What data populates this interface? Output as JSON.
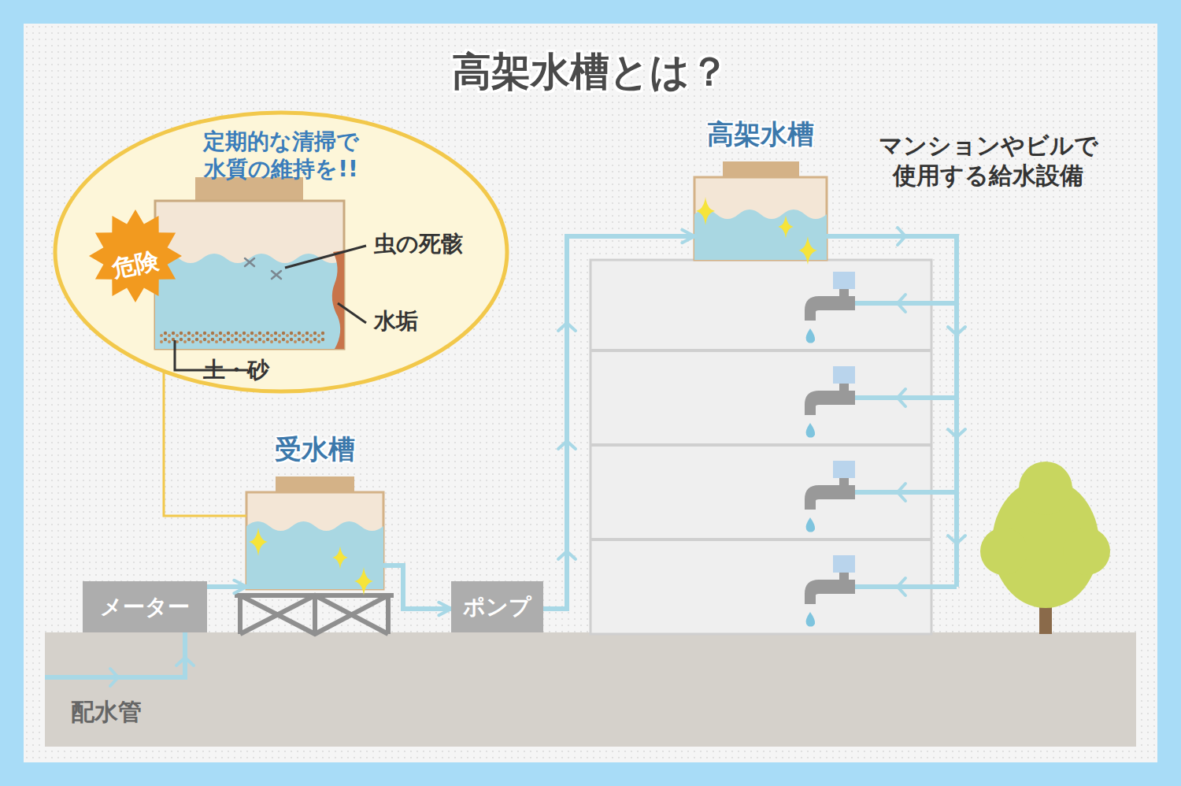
{
  "diagram": {
    "title": "高架水槽とは？",
    "nodes": [
      {
        "text": [
          "定期的な清掃で 水質の維持を!!"
        ]
      },
      {
        "text": [
          "危険"
        ],
        "in": 0
      },
      {
        "text": [
          "受水槽"
        ]
      },
      {
        "text": [
          "メーター"
        ]
      },
      {
        "text": [
          "ポンプ"
        ]
      },
      {
        "text": [
          "高架水槽"
        ]
      }
    ],
    "edges": [
      {
        "from": 0,
        "to": 2,
        "arrow": "none"
      },
      {
        "from": 3,
        "to": 2,
        "arrow": "to"
      },
      {
        "from": 2,
        "to": 4,
        "arrow": "to"
      },
      {
        "from": 4,
        "to": 5,
        "arrow": "to"
      }
    ],
    "labels": [
      "マンションやビルで 使用する給水設備",
      "虫の死骸",
      "水垢",
      "土・砂",
      "配水管"
    ]
  }
}
